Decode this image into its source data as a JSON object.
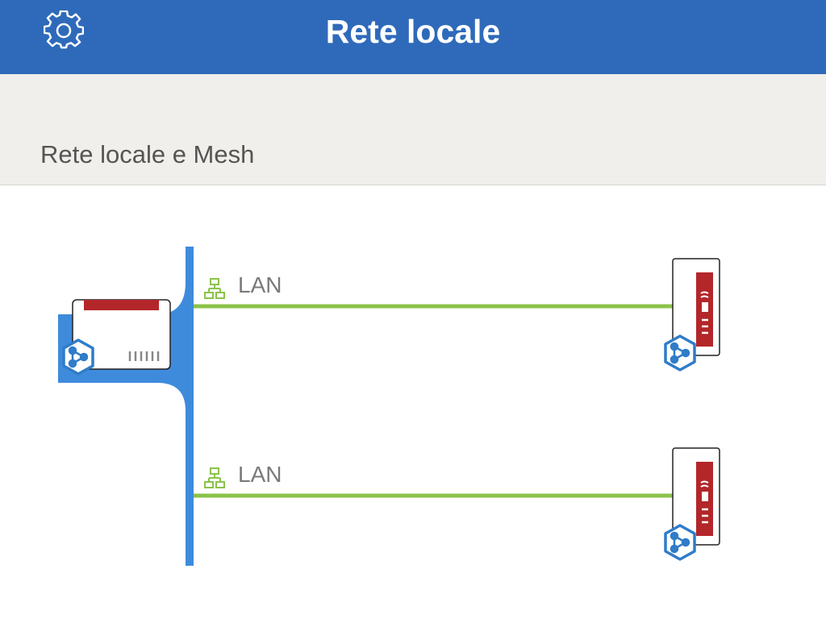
{
  "header": {
    "title": "Rete locale",
    "settings_icon": "gear-icon"
  },
  "section": {
    "title": "Rete locale e Mesh"
  },
  "topology": {
    "router": {
      "icon": "fritzbox-router-icon",
      "badge": "mesh-icon"
    },
    "connections": [
      {
        "label": "LAN",
        "icon": "lan-network-icon",
        "device_icon": "fritz-repeater-icon",
        "badge": "mesh-icon"
      },
      {
        "label": "LAN",
        "icon": "lan-network-icon",
        "device_icon": "fritz-repeater-icon",
        "badge": "mesh-icon"
      }
    ]
  },
  "colors": {
    "header": "#2f6aba",
    "bus": "#3e8bdc",
    "link": "#8bc34a",
    "device_red": "#b3262a",
    "section_bg": "#f1efeb"
  }
}
